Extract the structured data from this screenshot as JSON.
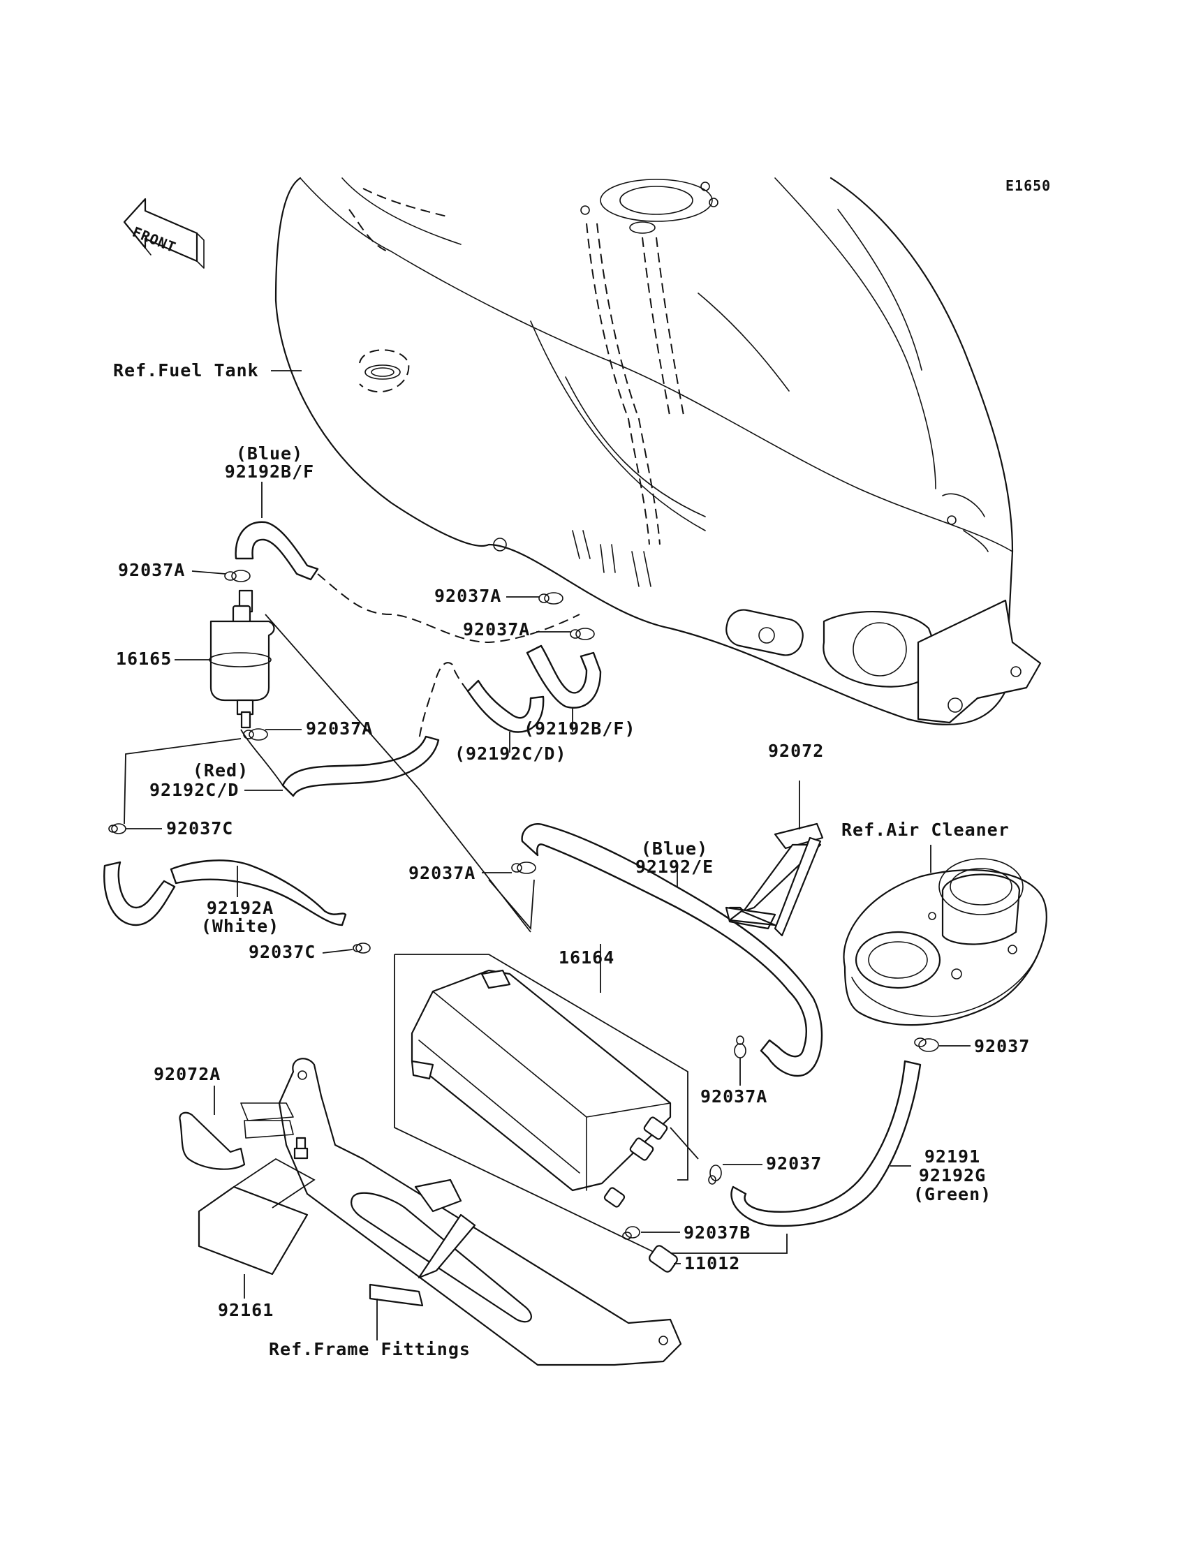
{
  "diagram_code": "E1650",
  "front_arrow": {
    "label": "FRONT"
  },
  "references": {
    "fuel_tank": "Ref.Fuel Tank",
    "air_cleaner": "Ref.Air Cleaner",
    "frame_fittings": "Ref.Frame Fittings"
  },
  "parts": {
    "p16165": "16165",
    "p16164": "16164",
    "p11012": "11012",
    "p92161": "92161",
    "p92072": "92072",
    "p92072A": "92072A",
    "p92037": "92037",
    "p92037_b": "92037",
    "p92037A_1": "92037A",
    "p92037A_2": "92037A",
    "p92037A_3": "92037A",
    "p92037A_4": "92037A",
    "p92037A_5": "92037A",
    "p92037A_6": "92037A",
    "p92037B": "92037B",
    "p92037C_1": "92037C",
    "p92037C_2": "92037C",
    "p92192BF_top": "92192B/F",
    "p92192BF_mid": "(92192B/F)",
    "p92192CD_mid": "(92192C/D)",
    "p92192CD_red": "92192C/D",
    "p92192E": "92192/E",
    "p92192A": "92192A",
    "p92191": "92191",
    "p92192G": "92192G"
  },
  "colors": {
    "blue_1": "(Blue)",
    "blue_2": "(Blue)",
    "red": "(Red)",
    "white": "(White)",
    "green": "(Green)"
  }
}
